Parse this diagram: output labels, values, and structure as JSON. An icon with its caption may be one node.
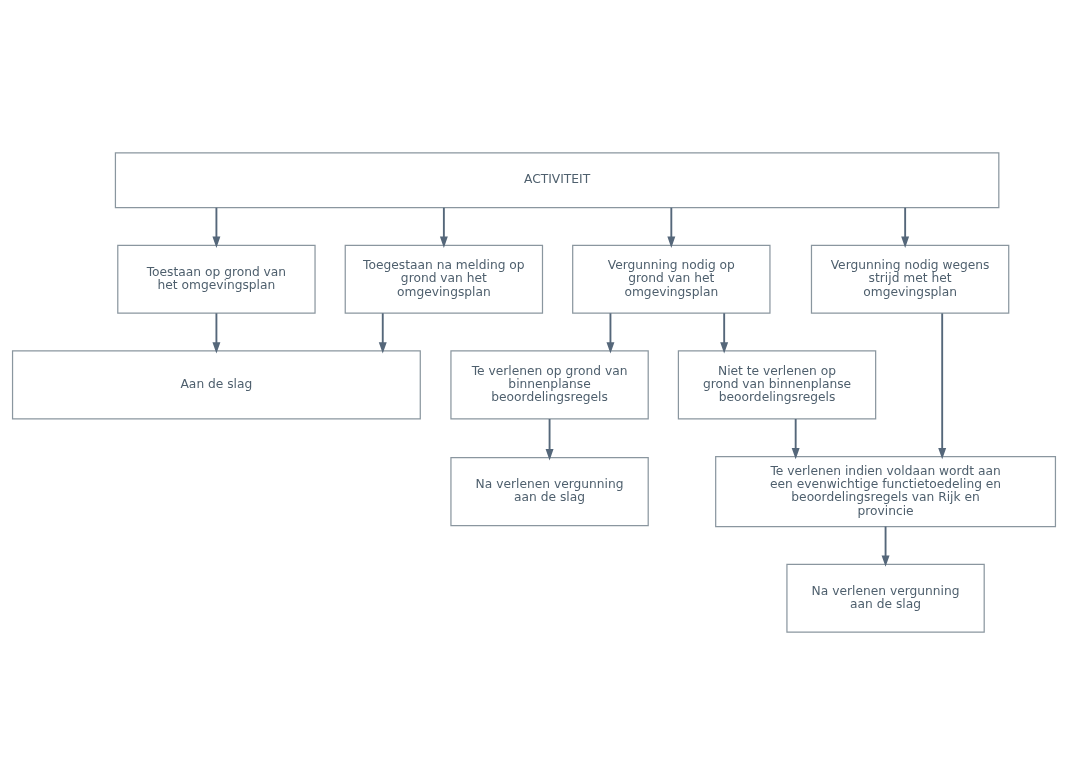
{
  "diagram": {
    "nodes": [
      {
        "text": [
          "ACTIVITEIT"
        ]
      },
      {
        "text": [
          "Toestaan op grond van het omgevingsplan"
        ]
      },
      {
        "text": [
          "Toegestaan na melding op grond van het omgevingsplan"
        ]
      },
      {
        "text": [
          "Vergunning nodig op grond van het omgevingsplan"
        ]
      },
      {
        "text": [
          "Vergunning nodig wegens strijd met het omgevingsplan"
        ]
      },
      {
        "text": [
          "Aan de slag"
        ]
      },
      {
        "text": [
          "Te verlenen op grond van binnenplanse beoordelingsregels"
        ]
      },
      {
        "text": [
          "Niet te verlenen op grond van binnenplanse beoordelingsregels"
        ]
      },
      {
        "text": [
          "Na verlenen vergunning aan de slag"
        ]
      },
      {
        "text": [
          "Te verlenen indien voldaan wordt aan een evenwichtige functietoedeling en beoordelingsregels van Rijk en provincie"
        ]
      },
      {
        "text": [
          "Na verlenen vergunning aan de slag"
        ]
      }
    ],
    "edges": [
      {
        "from": 0,
        "to": 1,
        "arrow": "to"
      },
      {
        "from": 0,
        "to": 2,
        "arrow": "to"
      },
      {
        "from": 0,
        "to": 3,
        "arrow": "to"
      },
      {
        "from": 0,
        "to": 4,
        "arrow": "to"
      },
      {
        "from": 1,
        "to": 5,
        "arrow": "to"
      },
      {
        "from": 2,
        "to": 5,
        "arrow": "to"
      },
      {
        "from": 3,
        "to": 6,
        "arrow": "to"
      },
      {
        "from": 3,
        "to": 7,
        "arrow": "to"
      },
      {
        "from": 4,
        "to": 9,
        "arrow": "to"
      },
      {
        "from": 6,
        "to": 8,
        "arrow": "to"
      },
      {
        "from": 7,
        "to": 9,
        "arrow": "to"
      },
      {
        "from": 9,
        "to": 10,
        "arrow": "to"
      }
    ]
  }
}
